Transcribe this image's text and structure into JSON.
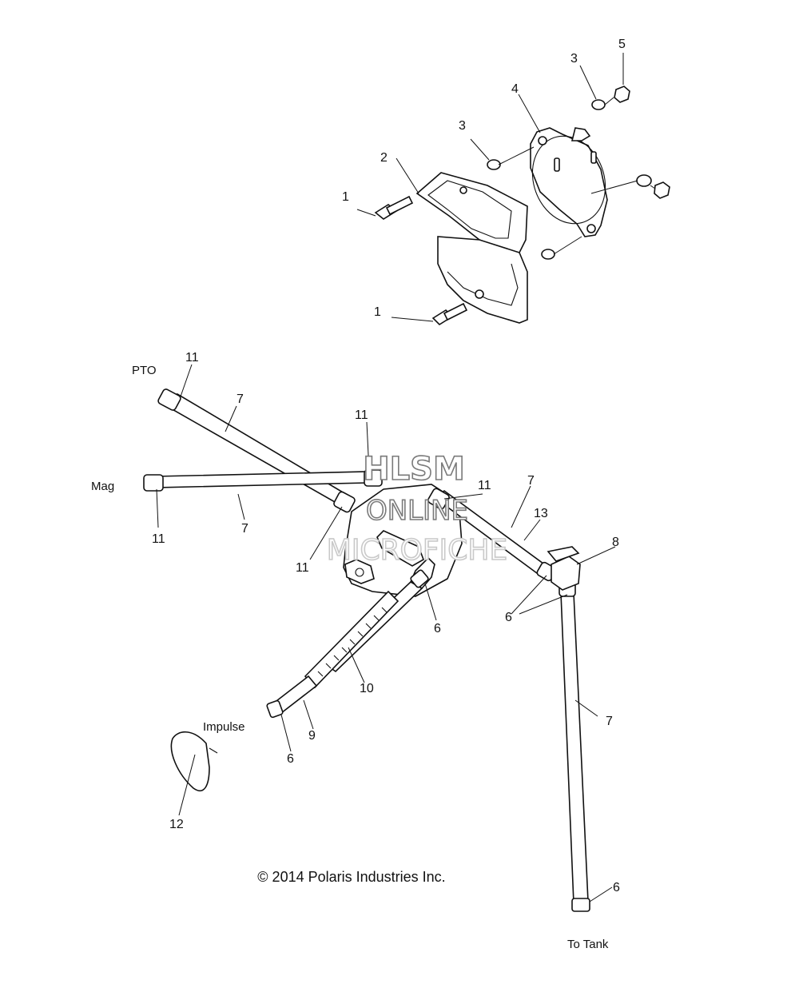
{
  "callouts": {
    "c1a": "1",
    "c1b": "1",
    "c2": "2",
    "c3a": "3",
    "c3b": "3",
    "c4": "4",
    "c5": "5",
    "c11a": "11",
    "c11b": "11",
    "c11c": "11",
    "c11d": "11",
    "c11e": "11",
    "c7a": "7",
    "c7b": "7",
    "c7c": "7",
    "c7d": "7",
    "c13": "13",
    "c8": "8",
    "c6a": "6",
    "c6b": "6",
    "c6c": "6",
    "c6d": "6",
    "c10": "10",
    "c9": "9",
    "c12": "12"
  },
  "labels": {
    "pto": "PTO",
    "mag": "Mag",
    "impulse": "Impulse",
    "to_tank": "To Tank"
  },
  "watermark": {
    "line1": "HLSM",
    "line2": "ONLINE",
    "line3": "MICROFICHE"
  },
  "copyright": "© 2014 Polaris Industries Inc."
}
